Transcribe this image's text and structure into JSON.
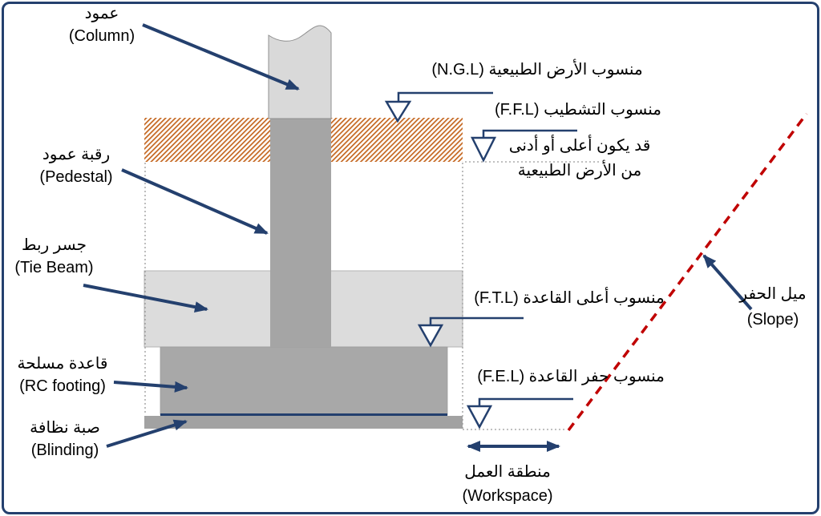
{
  "labels": {
    "column": {
      "ar": "عمود",
      "en": "(Column)"
    },
    "pedestal": {
      "ar": "رقبة عمود",
      "en": "(Pedestal)"
    },
    "tie_beam": {
      "ar": "جسر ربط",
      "en": "(Tie Beam)"
    },
    "rc_footing": {
      "ar": "قاعدة مسلحة",
      "en": "(RC footing)"
    },
    "blinding": {
      "ar": "صبة نظافة",
      "en": "(Blinding)"
    },
    "ngl": "منسوب الأرض الطبيعية (N.G.L)",
    "ffl": "منسوب التشطيب (F.F.L)",
    "ffl_note_line1": "قد يكون أعلى أو أدنى",
    "ffl_note_line2": "من الأرض الطبيعية",
    "ftl": "منسوب أعلى القاعدة (F.T.L)",
    "fel": "منسوب حفر القاعدة (F.E.L)",
    "slope": {
      "ar": "ميل الحفر",
      "en": "(Slope)"
    },
    "workspace": {
      "ar": "منطقة العمل",
      "en": "(Workspace)"
    }
  },
  "colors": {
    "navy": "#24406e",
    "red": "#c00000",
    "hatch": "#c4661f",
    "column-gray": "#d9d9d9",
    "tiebeam-gray": "#dcdcdc",
    "pedestal-gray": "#a5a5a5",
    "footing-gray": "#a8a8a8",
    "blinding-gray": "#a2a2a2",
    "dotted-gray": "#9a9a9a",
    "ink": "#000000"
  }
}
